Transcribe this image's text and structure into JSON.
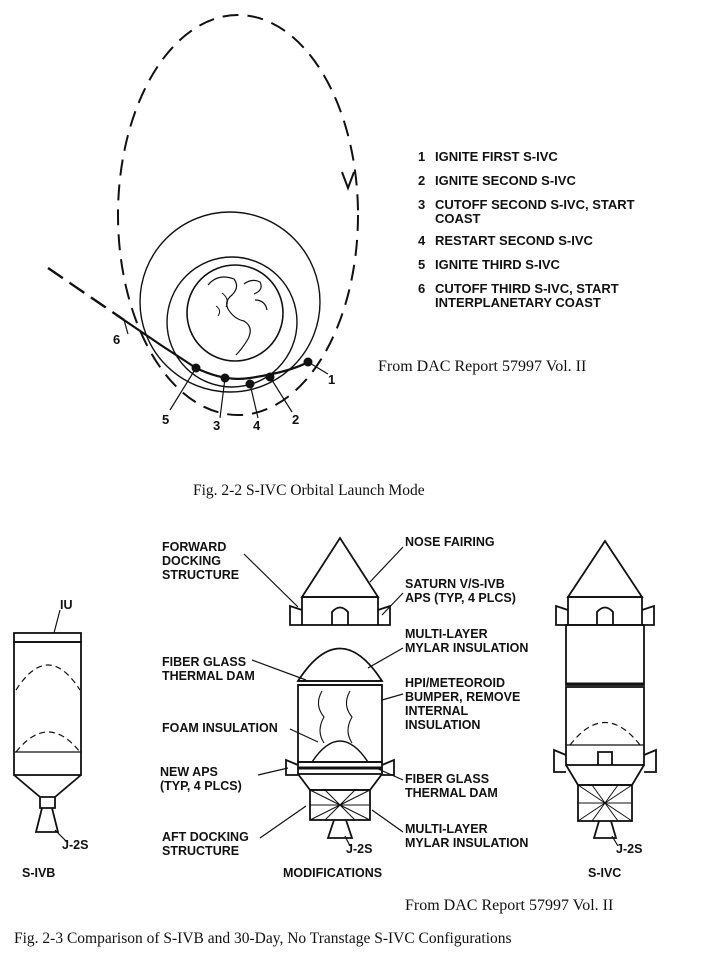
{
  "figure_2_2": {
    "steps": [
      {
        "num": "1",
        "text": "IGNITE FIRST S-IVC"
      },
      {
        "num": "2",
        "text": "IGNITE SECOND S-IVC"
      },
      {
        "num": "3",
        "text": "CUTOFF SECOND S-IVC, START\n     COAST"
      },
      {
        "num": "4",
        "text": "RESTART SECOND S-IVC"
      },
      {
        "num": "5",
        "text": "IGNITE THIRD S-IVC"
      },
      {
        "num": "6",
        "text": "CUTOFF THIRD S-IVC, START\n     INTERPLANETARY COAST"
      }
    ],
    "point_labels": [
      "1",
      "2",
      "3",
      "4",
      "5",
      "6"
    ],
    "source": "From DAC Report 57997 Vol. II",
    "caption": "Fig. 2-2  S-IVC Orbital Launch Mode"
  },
  "figure_2_3": {
    "labels": {
      "iu": "IU",
      "j2s_left": "J-2S",
      "sivb": "S-IVB",
      "forward_docking": "FORWARD\nDOCKING\nSTRUCTURE",
      "nose_fairing": "NOSE FAIRING",
      "saturn_aps": "SATURN V/S-IVB\nAPS (TYP, 4 PLCS)",
      "mylar_top": "MULTI-LAYER\nMYLAR INSULATION",
      "fiber_glass_left": "FIBER GLASS\nTHERMAL DAM",
      "hpi_bumper": "HPI/METEOROID\nBUMPER, REMOVE\nINTERNAL\nINSULATION",
      "foam": "FOAM INSULATION",
      "new_aps": "NEW APS\n(TYP, 4 PLCS)",
      "fiber_glass_right": "FIBER GLASS\nTHERMAL DAM",
      "aft_docking": "AFT DOCKING\nSTRUCTURE",
      "mylar_bottom": "MULTI-LAYER\nMYLAR INSULATION",
      "j2s_mid": "J-2S",
      "modifications": "MODIFICATIONS",
      "j2s_right": "J-2S",
      "sivc": "S-IVC"
    },
    "source": "From DAC Report 57997 Vol. II",
    "caption": "Fig. 2-3  Comparison of S-IVB and 30-Day, No Transtage S-IVC Configurations"
  }
}
